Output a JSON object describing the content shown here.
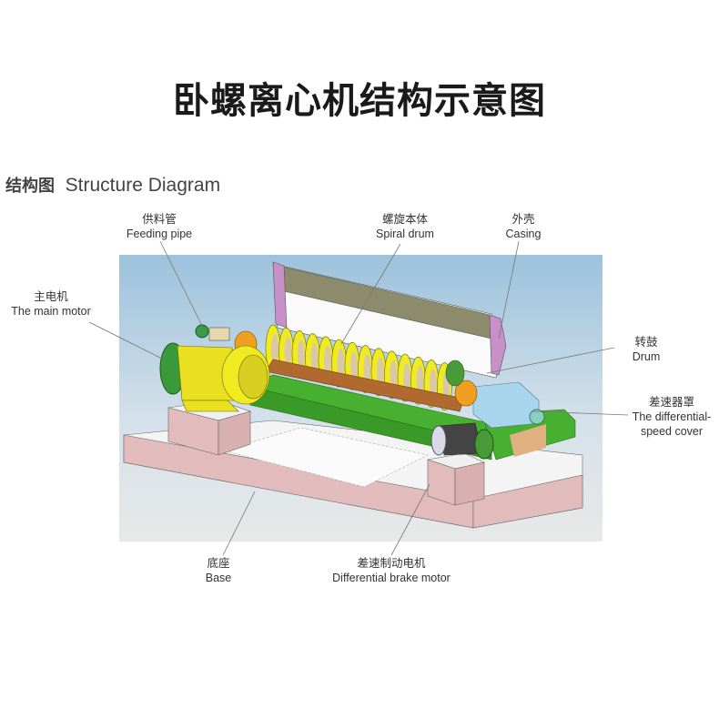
{
  "title": "卧螺离心机结构示意图",
  "section": {
    "cn": "结构图",
    "en": "Structure Diagram"
  },
  "labels": {
    "feeding_pipe": {
      "cn": "供料管",
      "en": "Feeding pipe"
    },
    "spiral_drum": {
      "cn": "螺旋本体",
      "en": "Spiral drum"
    },
    "casing": {
      "cn": "外壳",
      "en": "Casing"
    },
    "main_motor": {
      "cn": "主电机",
      "en": "The main motor"
    },
    "drum": {
      "cn": "转鼓",
      "en": "Drum"
    },
    "diff_cover": {
      "cn": "差速器罩",
      "en1": "The differential-",
      "en2": "speed cover"
    },
    "base": {
      "cn": "底座",
      "en": "Base"
    },
    "brake_motor": {
      "cn": "差速制动电机",
      "en": "Differential brake motor"
    }
  },
  "colors": {
    "motor": "#e8e020",
    "frame": "#4cb830",
    "pedestal": "#e6c4c4",
    "casing": "#8a8a6a",
    "cover": "#a8d4ec"
  }
}
